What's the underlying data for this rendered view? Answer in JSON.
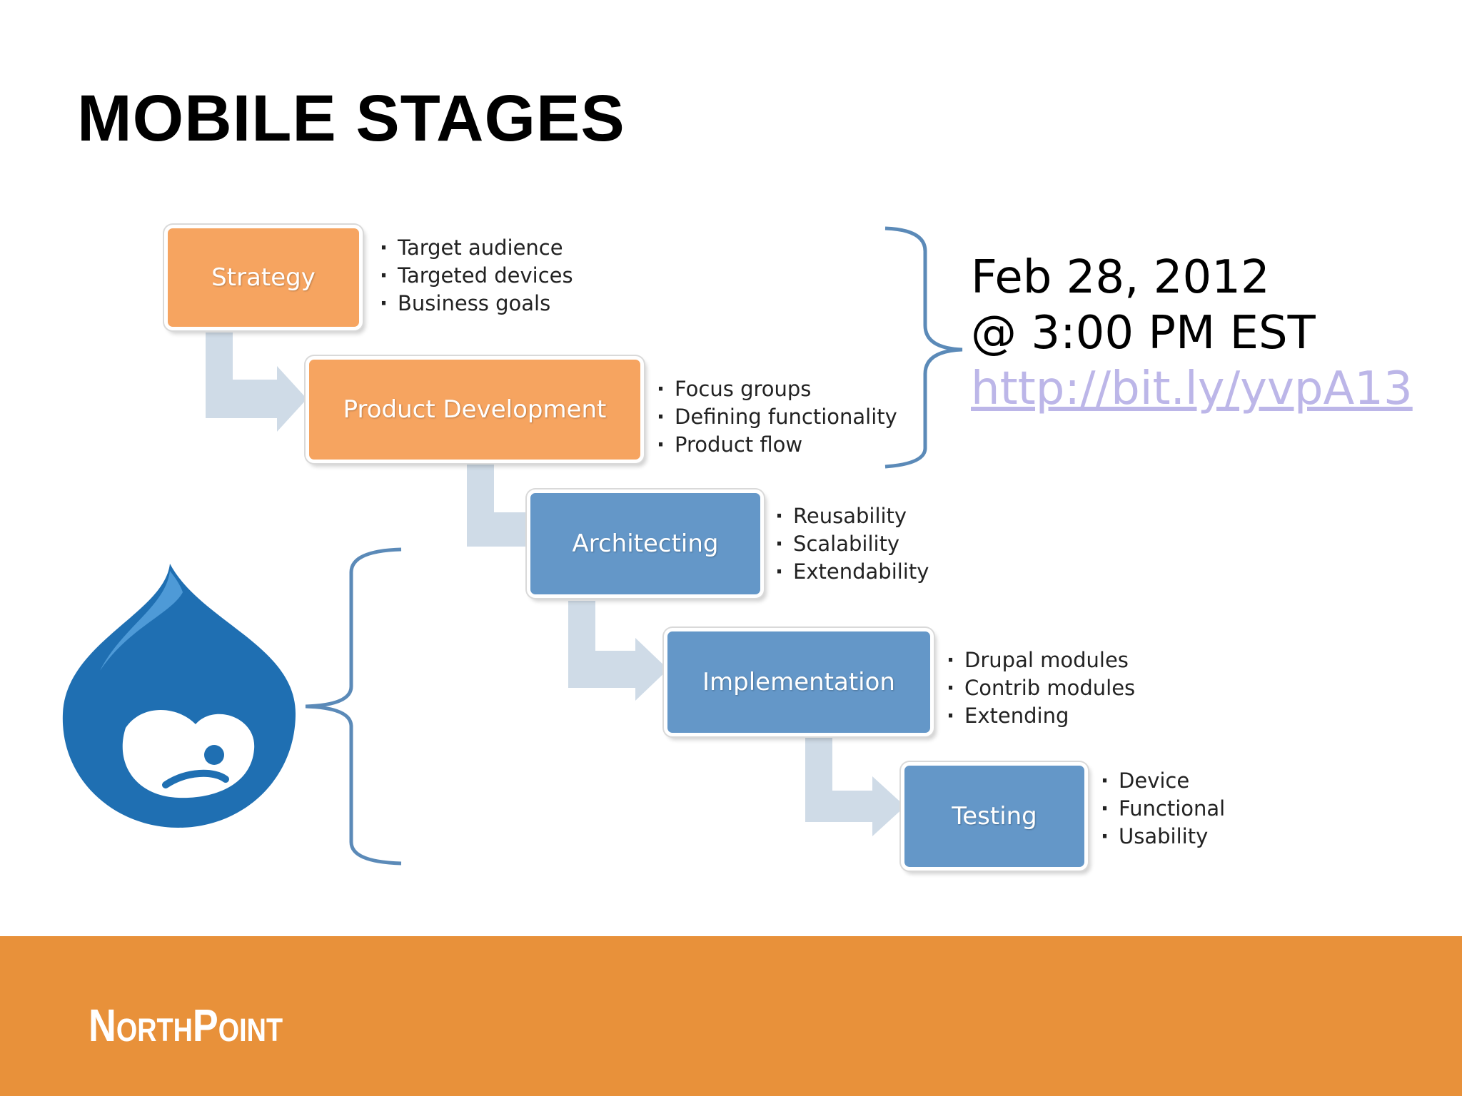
{
  "title": "MOBILE STAGES",
  "stages": [
    {
      "label": "Strategy",
      "color": "#f6a460",
      "bullets": [
        "Target audience",
        "Targeted devices",
        "Business goals"
      ]
    },
    {
      "label": "Product Development",
      "color": "#f6a460",
      "bullets": [
        "Focus groups",
        "Defining functionality",
        "Product flow"
      ]
    },
    {
      "label": "Architecting",
      "color": "#6497c8",
      "bullets": [
        "Reusability",
        "Scalability",
        "Extendability"
      ]
    },
    {
      "label": "Implementation",
      "color": "#6497c8",
      "bullets": [
        "Drupal modules",
        "Contrib modules",
        "Extending"
      ]
    },
    {
      "label": "Testing",
      "color": "#6497c8",
      "bullets": [
        "Device",
        "Functional",
        "Usability"
      ]
    }
  ],
  "event": {
    "date": "Feb 28, 2012",
    "time": "@ 3:00 PM EST",
    "link": "http://bit.ly/yvpA13"
  },
  "colors": {
    "bracket": "#5b8ab8",
    "connector": "#cfdbe7",
    "footer": "#e8913a",
    "drupal_blue": "#1f6fb2"
  },
  "logos": {
    "drupal": "drupal-drop-logo",
    "company": "NorthPoint"
  }
}
